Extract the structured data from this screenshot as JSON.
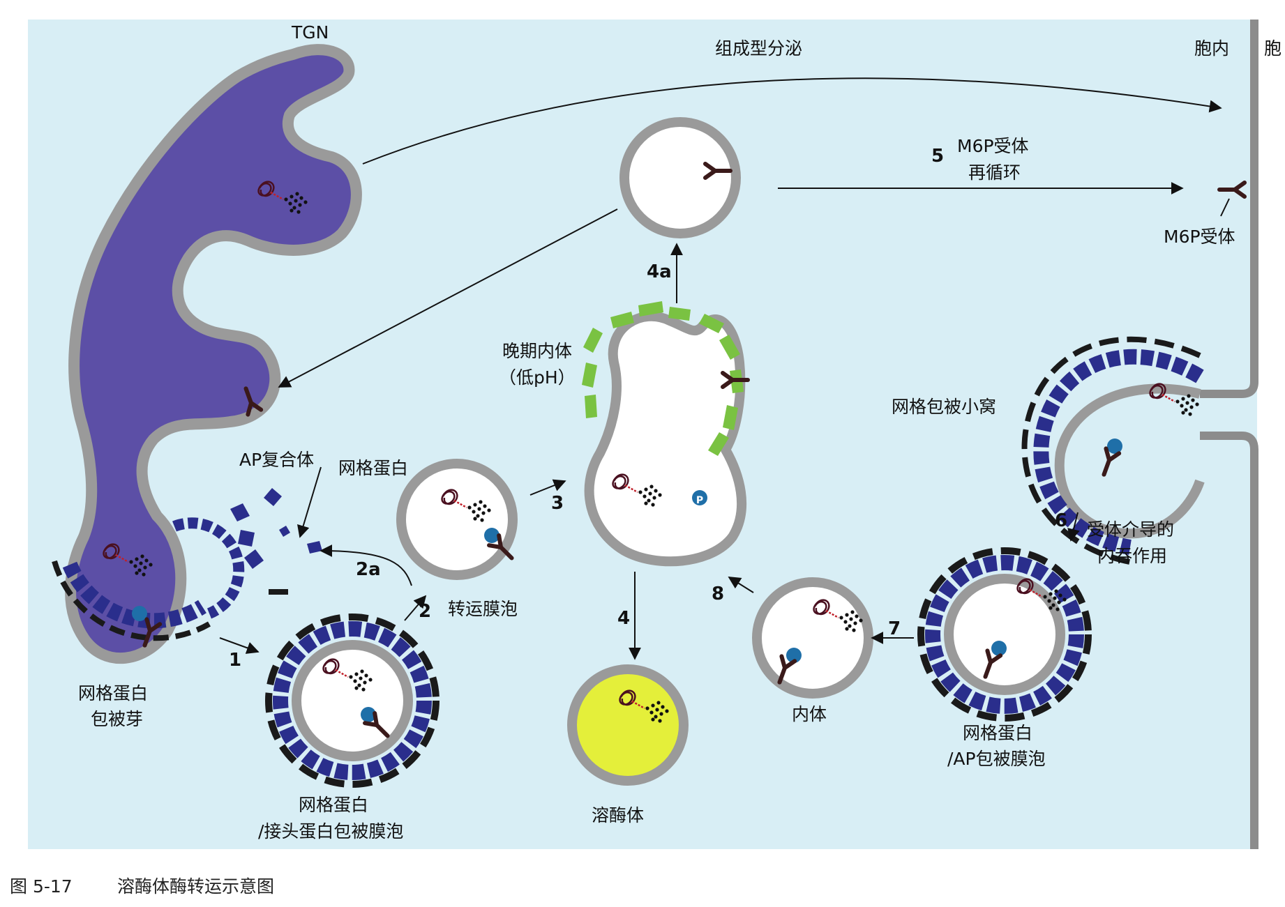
{
  "labels": {
    "tgn": "TGN",
    "constitutive": "组成型分泌",
    "intracellular": "胞内",
    "extracellular": "胞",
    "m6p_recycle_line1": "M6P受体",
    "m6p_recycle_line2": "再循环",
    "m6p_receptor": "M6P受体",
    "late_endosome_line1": "晚期内体",
    "late_endosome_line2": "（低pH）",
    "clathrin_pit": "网格包被小窝",
    "ap_complex": "AP复合体",
    "clathrin": "网格蛋白",
    "transport_vesicle": "转运膜泡",
    "clathrin_bud_line1": "网格蛋白",
    "clathrin_bud_line2": "包被芽",
    "adaptor_vesicle_line1": "网格蛋白",
    "adaptor_vesicle_line2": "/接头蛋白包被膜泡",
    "lysosome": "溶酶体",
    "endosome": "内体",
    "ap_vesicle_line1": "网格蛋白",
    "ap_vesicle_line2": "/AP包被膜泡",
    "rme_line1": "受体介导的",
    "rme_line2": "内吞作用",
    "p_symbol": "P"
  },
  "steps": {
    "s1": "1",
    "s2": "2",
    "s2a": "2a",
    "s3": "3",
    "s4": "4",
    "s4a": "4a",
    "s5": "5",
    "s6": "6",
    "s7": "7",
    "s8": "8"
  },
  "caption": {
    "figure_number": "图 5-17",
    "title": "溶酶体酶转运示意图"
  },
  "colors": {
    "background": "#d8eef5",
    "tgn_lumen": "#5c4fa6",
    "membrane": "#9a9a9a",
    "clathrin_coat": "#2a2e8c",
    "adaptor": "#1a1a1a",
    "late_endosome_coat": "#7ac242",
    "lysosome_fill": "#e4ef3a",
    "receptor": "#3a1a1a",
    "p_badge": "#1f6fa8"
  }
}
